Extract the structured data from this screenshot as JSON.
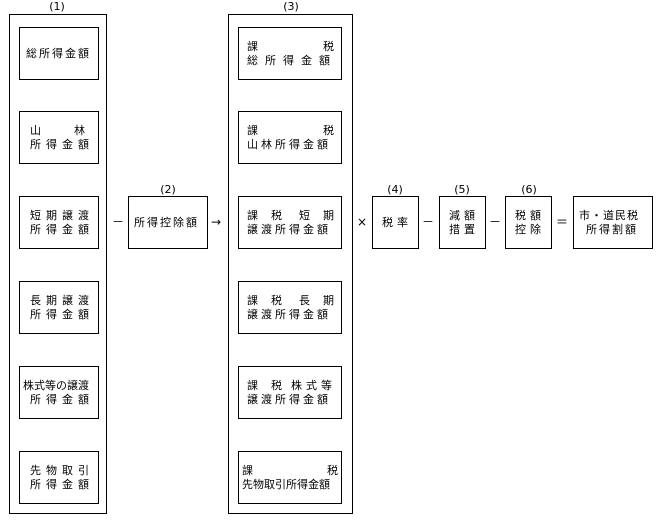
{
  "column_labels": {
    "c1": "(1)",
    "c2": "(2)",
    "c3": "(3)",
    "c4": "(4)",
    "c5": "(5)",
    "c6": "(6)"
  },
  "col1": {
    "b1": {
      "l1": "総所得金額"
    },
    "b2": {
      "l1a": "山",
      "l1b": "林",
      "l2": "所得金額"
    },
    "b3": {
      "l1": "短期譲渡",
      "l2": "所得金額"
    },
    "b4": {
      "l1": "長期譲渡",
      "l2": "所得金額"
    },
    "b5": {
      "l1": "株式等の譲渡",
      "l2": "所得金額"
    },
    "b6": {
      "l1": "先物取引",
      "l2": "所得金額"
    }
  },
  "col3": {
    "b1": {
      "l1a": "課",
      "l1b": "税",
      "l2": "総所得金額"
    },
    "b2": {
      "l1a": "課",
      "l1b": "税",
      "l2": "山林所得金額"
    },
    "b3": {
      "l1a": "課",
      "l1b": "税",
      "l1c": "短",
      "l1d": "期",
      "l2": "譲渡所得金額"
    },
    "b4": {
      "l1a": "課",
      "l1b": "税",
      "l1c": "長",
      "l1d": "期",
      "l2": "譲渡所得金額"
    },
    "b5": {
      "l1a": "課",
      "l1b": "税",
      "l1c": "株式等",
      "l2": "譲渡所得金額"
    },
    "b6": {
      "l1a": "課",
      "l1b": "税",
      "l2": "先物取引所得金額"
    }
  },
  "deduction": "所得控除額",
  "tax_rate": "税率",
  "reduction": {
    "l1": "減額",
    "l2": "措置"
  },
  "credit": {
    "l1": "税額",
    "l2": "控除"
  },
  "result": {
    "l1": "市・道民税",
    "l2": "所得割額"
  },
  "operators": {
    "minus1": "－",
    "arrow": "→",
    "times": "×",
    "minus2": "－",
    "minus3": "－",
    "equals": "＝"
  }
}
